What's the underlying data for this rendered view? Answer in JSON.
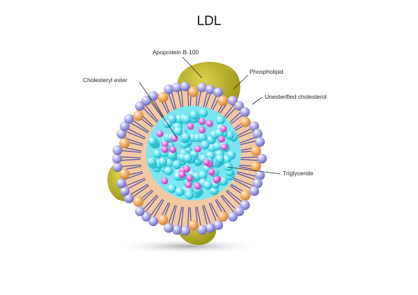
{
  "title": "LDL",
  "labels": {
    "apoprotein": "Apoprotein B-100",
    "phospholipid": "Phospholipid",
    "cholesteryl_ester": "Cholesteryl ester",
    "unesterified_cholesterol": "Unesterified cholesterol",
    "triglyceride": "Triglyceride"
  },
  "colors": {
    "apoprotein": "#b8b020",
    "phospholipid_head": "#9b99d8",
    "cholesterol_head": "#f2a860",
    "shell": "#f3c9a3",
    "core": "#5fe0ee",
    "ester_bead": "#e05fd8",
    "lipid_chain": "#4a4aa0",
    "shadow": "#bdbdbd"
  }
}
